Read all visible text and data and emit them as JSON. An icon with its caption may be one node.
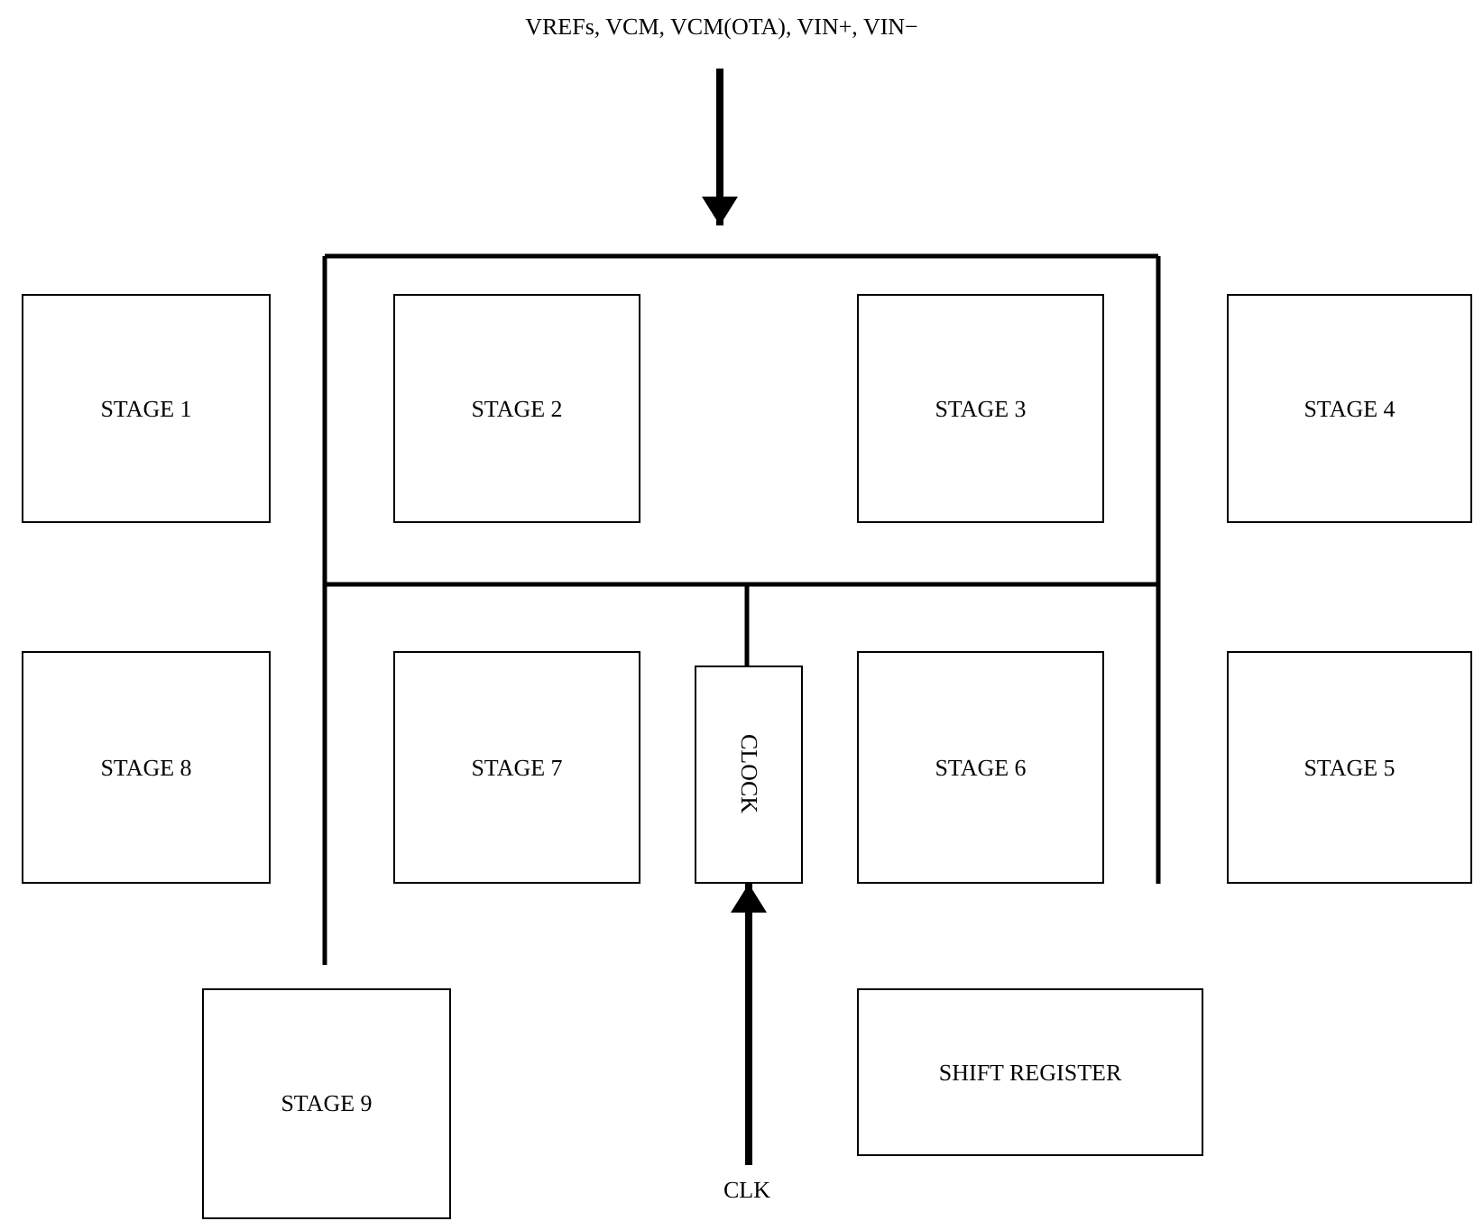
{
  "diagram": {
    "nodes": [
      {
        "text": [
          "VREFs, VCM, VCM(OTA), VIN+, VIN−"
        ]
      },
      {
        "text": [
          "STAGE 1"
        ]
      },
      {
        "text": [
          "STAGE 2"
        ]
      },
      {
        "text": [
          "STAGE 3"
        ]
      },
      {
        "text": [
          "STAGE 4"
        ]
      },
      {
        "text": [
          "STAGE 8"
        ]
      },
      {
        "text": [
          "STAGE 7"
        ]
      },
      {
        "text": [
          "CLOCK"
        ]
      },
      {
        "text": [
          "STAGE 6"
        ]
      },
      {
        "text": [
          "STAGE 5"
        ]
      },
      {
        "text": [
          "STAGE 9"
        ]
      },
      {
        "text": [
          "SHIFT REGISTER"
        ]
      },
      {
        "text": [
          "CLK"
        ]
      }
    ],
    "edges": [
      {
        "from": 0,
        "to": null,
        "arrow": "to"
      },
      {
        "from": 12,
        "to": 7,
        "arrow": "to"
      }
    ]
  }
}
